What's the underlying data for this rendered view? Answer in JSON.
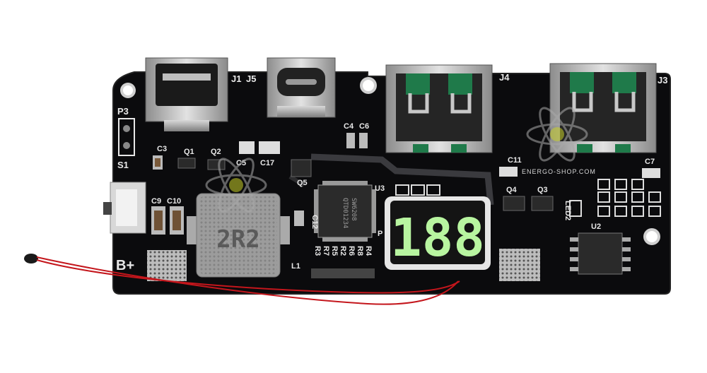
{
  "board": {
    "labels": {
      "p3": "P3",
      "s1": "S1",
      "bplus": "B+",
      "j1": "J1",
      "j5": "J5",
      "j4": "J4",
      "j3": "J3",
      "q1": "Q1",
      "q2": "Q2",
      "q3": "Q3",
      "q4": "Q4",
      "q5": "Q5",
      "c3": "C3",
      "c4": "C4",
      "c5": "C5",
      "c6": "C6",
      "c7": "C7",
      "c9": "C9",
      "c10": "C10",
      "c11": "C11",
      "c12": "C12",
      "c17": "C17",
      "u2": "U2",
      "u3": "U3",
      "l1": "L1",
      "led2": "LED2",
      "p": "P",
      "r_row": [
        "R3",
        "R7",
        "R5",
        "R2",
        "R6",
        "R8",
        "R4"
      ]
    },
    "inductor_mark": "2R2",
    "chip_mark": [
      "SW6208",
      "QTD01234"
    ],
    "display_digits": "188",
    "watermark": "ENERGO-SHOP.COM",
    "colors": {
      "pcb": "#0b0b0d",
      "silkscreen": "#e8e8e8",
      "display": "#b8f5a0",
      "wire": "#c4161c"
    }
  }
}
